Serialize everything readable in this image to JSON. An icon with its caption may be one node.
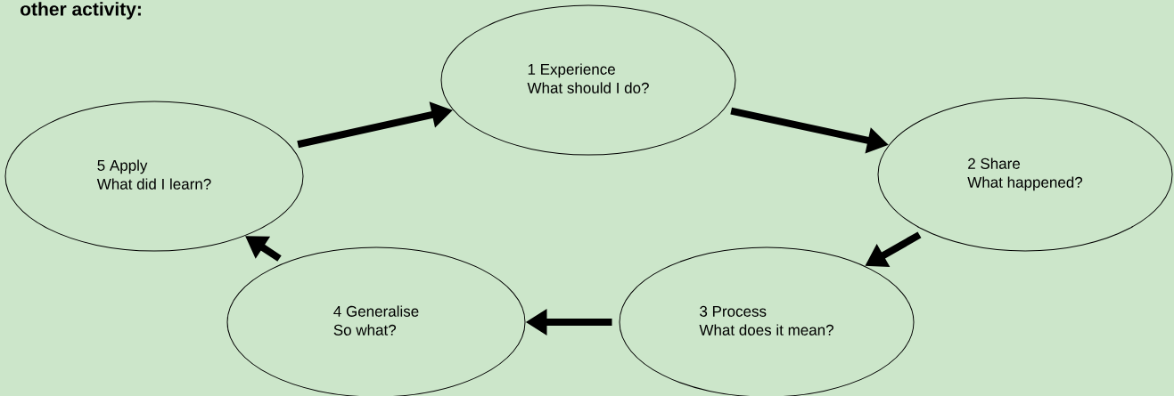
{
  "diagram": {
    "title": "other activity:",
    "nodes": [
      {
        "text": [
          "1 Experience",
          "What should I do?"
        ]
      },
      {
        "text": [
          "2 Share",
          "What happened?"
        ]
      },
      {
        "text": [
          "3 Process",
          "What does it mean?"
        ]
      },
      {
        "text": [
          "4 Generalise",
          "So what?"
        ]
      },
      {
        "text": [
          "5 Apply",
          "What did I learn?"
        ]
      }
    ],
    "edges": [
      {
        "from": 0,
        "to": 1,
        "arrow": "to"
      },
      {
        "from": 1,
        "to": 2,
        "arrow": "to"
      },
      {
        "from": 2,
        "to": 3,
        "arrow": "to"
      },
      {
        "from": 3,
        "to": 4,
        "arrow": "to"
      },
      {
        "from": 4,
        "to": 0,
        "arrow": "to"
      }
    ]
  }
}
